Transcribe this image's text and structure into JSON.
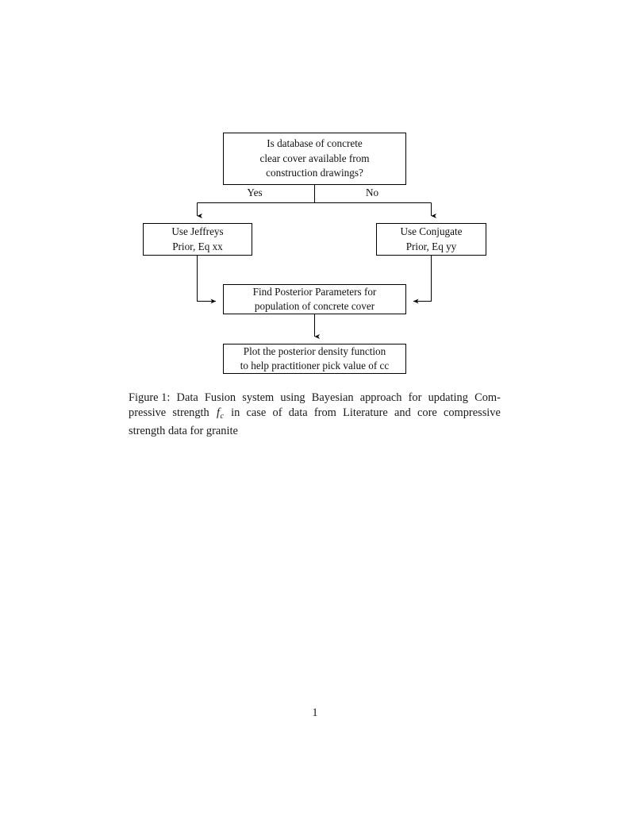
{
  "document": {
    "page_number": "1"
  },
  "figure": {
    "nodes": {
      "question": {
        "name": "decision-database-available",
        "lines": [
          "Is database of concrete",
          "clear cover available from",
          "construction drawings?"
        ]
      },
      "jeffreys": {
        "name": "use-jeffreys-prior",
        "lines": [
          "Use Jeffreys",
          "Prior, Eq xx"
        ]
      },
      "conjugate": {
        "name": "use-conjugate-prior",
        "lines": [
          "Use Conjugate",
          "Prior, Eq yy"
        ]
      },
      "posterior": {
        "name": "find-posterior-parameters",
        "lines": [
          "Find Posterior Parameters for",
          "population of concrete cover"
        ]
      },
      "plot": {
        "name": "plot-posterior-density",
        "lines": [
          "Plot the posterior density function",
          "to help practitioner pick value of cc"
        ]
      }
    },
    "edge_labels": {
      "yes": "Yes",
      "no": "No"
    },
    "colors": {
      "stroke": "#000000",
      "fill": "#ffffff",
      "text": "#111111"
    }
  },
  "caption": {
    "label": "Figure 1:",
    "line1_a": "Figure 1:",
    "line1_b": "Data",
    "line1_c": "Fusion",
    "line1_d": "system",
    "line1_e": "using",
    "line1_f": "Bayesian",
    "line1_g": "approach",
    "line1_h": "for",
    "line1_i": "updating",
    "line1_j": "Com-",
    "line2_a": "pressive",
    "line2_b": "strength",
    "line2_math_f": "f",
    "line2_math_sub": "c",
    "line2_c": "in",
    "line2_d": "case",
    "line2_e": "of",
    "line2_f": "data",
    "line2_g": "from",
    "line2_h": "Literature",
    "line2_i": "and",
    "line2_j": "core",
    "line2_k": "compressive",
    "line3": "strength data for granite",
    "full_text": "Figure 1: Data Fusion system using Bayesian approach for updating Compressive strength f_c in case of data from Literature and core compressive strength data for granite"
  }
}
